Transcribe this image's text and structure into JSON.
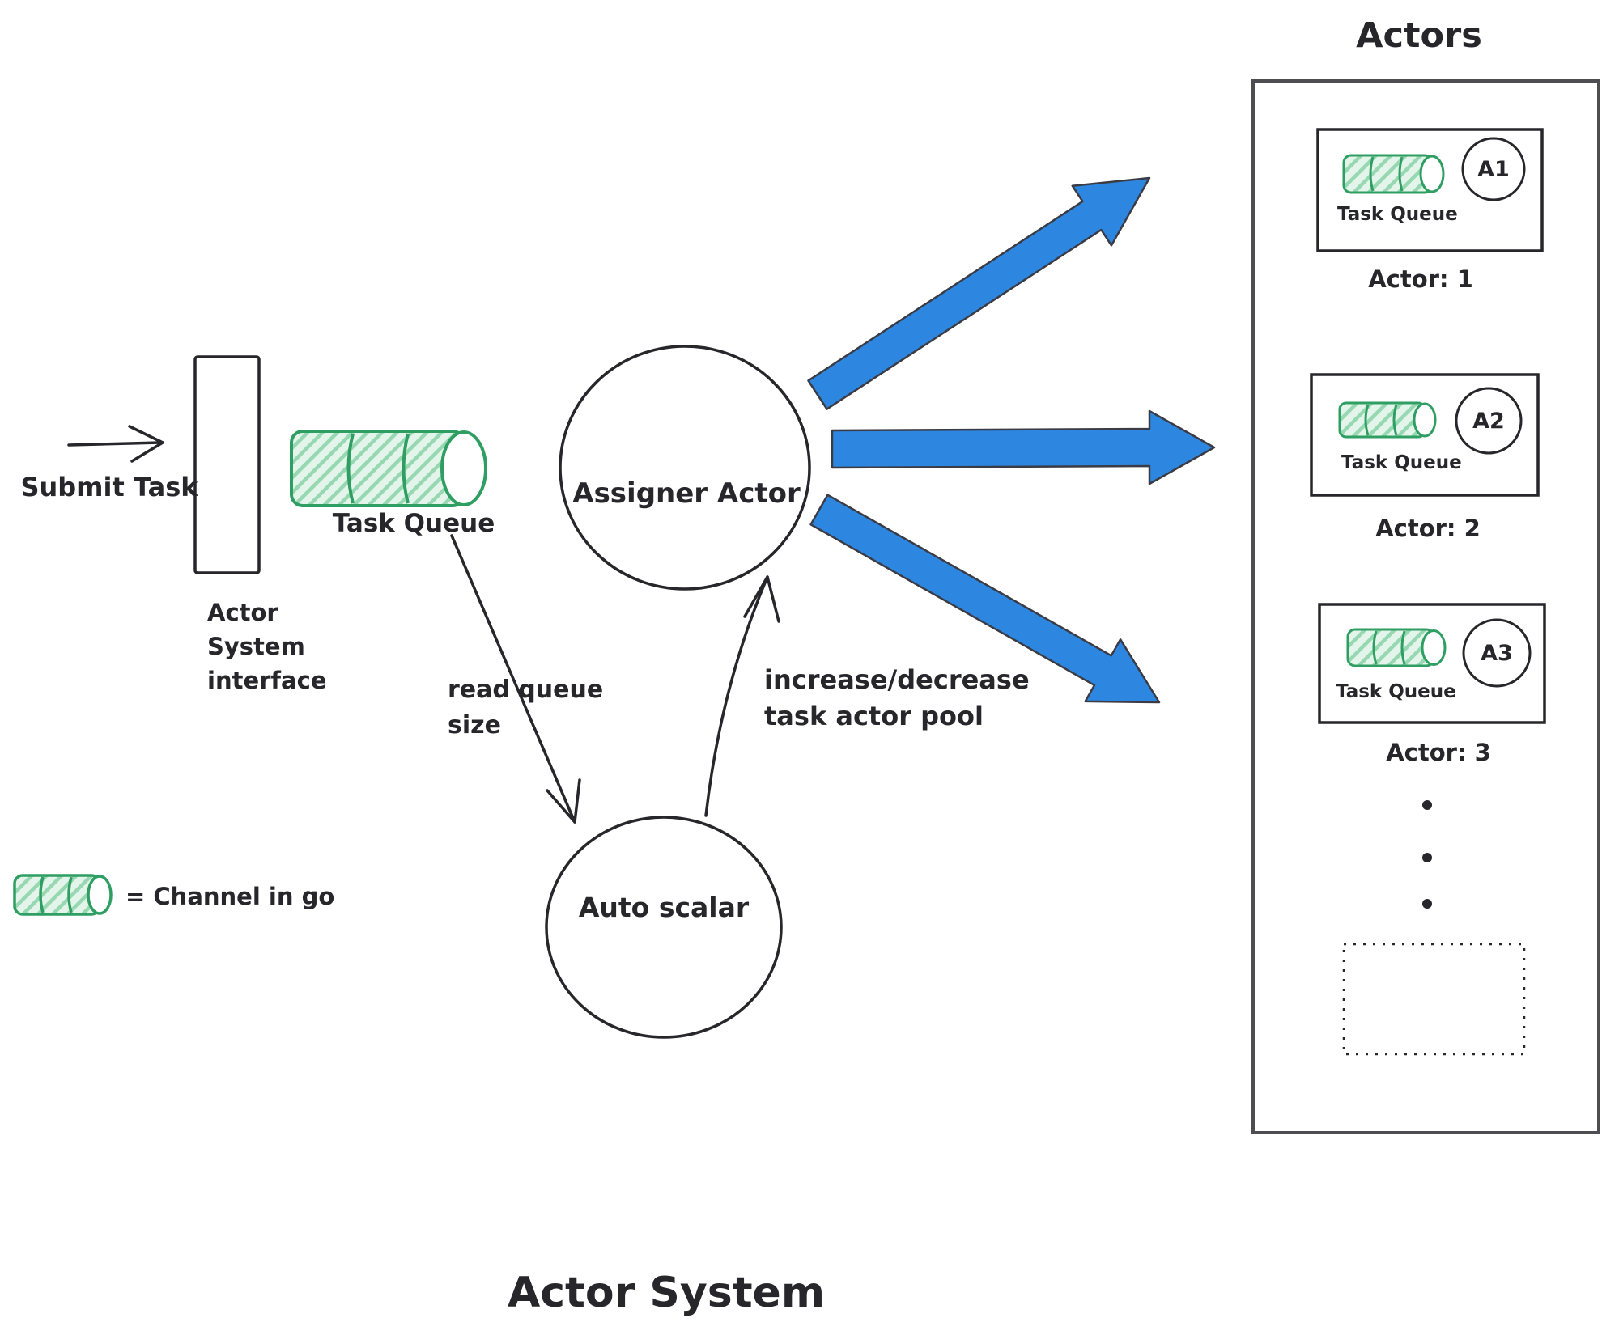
{
  "title": "Actor System",
  "colors": {
    "ink": "#26262b",
    "channel_stroke": "#2f9e62",
    "channel_fill": "#e3f5ea",
    "channel_hatch": "#97d8b2",
    "arrow_blue": "#2d87e0",
    "panel_border": "#4d4d52"
  },
  "left_flow": {
    "submit_label": "Submit Task",
    "interface_label": "Actor\nSystem\ninterface"
  },
  "task_queue": {
    "label": "Task Queue"
  },
  "assigner": {
    "label": "Assigner Actor"
  },
  "auto_scalar": {
    "label": "Auto scalar"
  },
  "edges": {
    "read_queue_label": "read queue\nsize",
    "scale_pool_label": "increase/decrease\ntask actor pool"
  },
  "legend": {
    "label": "= Channel in go"
  },
  "actors_panel": {
    "title": "Actors",
    "cards": [
      {
        "badge": "A1",
        "queue_label": "Task Queue",
        "caption": "Actor: 1"
      },
      {
        "badge": "A2",
        "queue_label": "Task Queue",
        "caption": "Actor: 2"
      },
      {
        "badge": "A3",
        "queue_label": "Task Queue",
        "caption": "Actor: 3"
      }
    ]
  }
}
